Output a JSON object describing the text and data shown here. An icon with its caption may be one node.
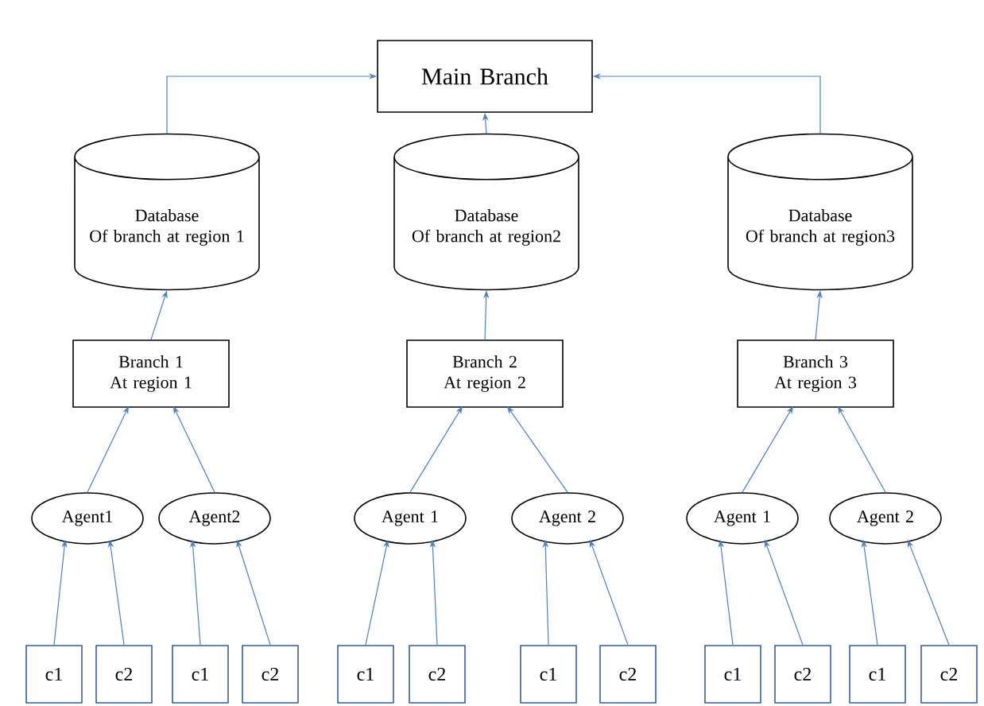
{
  "diagram": {
    "nodes": [
      {
        "text": [
          "Main Branch"
        ]
      },
      {
        "text": [
          "Database",
          "Of branch at region 1"
        ]
      },
      {
        "text": [
          "Database",
          "Of branch at region2"
        ]
      },
      {
        "text": [
          "Database",
          "Of branch at region3"
        ]
      },
      {
        "text": [
          "Branch 1 At region 1"
        ]
      },
      {
        "text": [
          "Branch 2 At region 2"
        ]
      },
      {
        "text": [
          "Branch 3 At region 3"
        ]
      },
      {
        "text": [
          "Agent1"
        ]
      },
      {
        "text": [
          "Agent2"
        ]
      },
      {
        "text": [
          "Agent 1"
        ]
      },
      {
        "text": [
          "Agent 2"
        ]
      },
      {
        "text": [
          "Agent 1"
        ]
      },
      {
        "text": [
          "Agent 2"
        ]
      },
      {
        "text": [
          "c1"
        ]
      },
      {
        "text": [
          "c2"
        ]
      },
      {
        "text": [
          "c1"
        ]
      },
      {
        "text": [
          "c2"
        ]
      },
      {
        "text": [
          "c1"
        ]
      },
      {
        "text": [
          "c2"
        ]
      },
      {
        "text": [
          "c1"
        ]
      },
      {
        "text": [
          "c2"
        ]
      },
      {
        "text": [
          "c1"
        ]
      },
      {
        "text": [
          "c2"
        ]
      },
      {
        "text": [
          "c1"
        ]
      },
      {
        "text": [
          "c2"
        ]
      }
    ],
    "edges": [
      {
        "from": 1,
        "to": 0,
        "arrow": "to"
      },
      {
        "from": 2,
        "to": 0,
        "arrow": "to"
      },
      {
        "from": 3,
        "to": 0,
        "arrow": "to"
      },
      {
        "from": 4,
        "to": 1,
        "arrow": "to"
      },
      {
        "from": 5,
        "to": 2,
        "arrow": "to"
      },
      {
        "from": 6,
        "to": 3,
        "arrow": "to"
      },
      {
        "from": 7,
        "to": 4,
        "arrow": "to"
      },
      {
        "from": 8,
        "to": 4,
        "arrow": "to"
      },
      {
        "from": 9,
        "to": 5,
        "arrow": "to"
      },
      {
        "from": 10,
        "to": 5,
        "arrow": "to"
      },
      {
        "from": 11,
        "to": 6,
        "arrow": "to"
      },
      {
        "from": 12,
        "to": 6,
        "arrow": "to"
      },
      {
        "from": 13,
        "to": 7,
        "arrow": "to"
      },
      {
        "from": 14,
        "to": 7,
        "arrow": "to"
      },
      {
        "from": 15,
        "to": 8,
        "arrow": "to"
      },
      {
        "from": 16,
        "to": 8,
        "arrow": "to"
      },
      {
        "from": 17,
        "to": 9,
        "arrow": "to"
      },
      {
        "from": 18,
        "to": 9,
        "arrow": "to"
      },
      {
        "from": 19,
        "to": 10,
        "arrow": "to"
      },
      {
        "from": 20,
        "to": 10,
        "arrow": "to"
      },
      {
        "from": 21,
        "to": 11,
        "arrow": "to"
      },
      {
        "from": 22,
        "to": 11,
        "arrow": "to"
      },
      {
        "from": 23,
        "to": 12,
        "arrow": "to"
      },
      {
        "from": 24,
        "to": 12,
        "arrow": "to"
      }
    ]
  }
}
